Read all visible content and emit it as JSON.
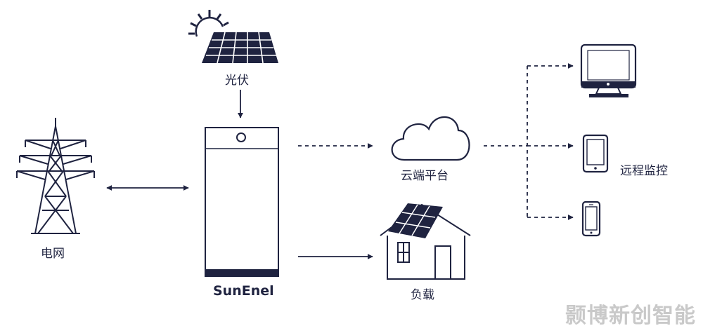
{
  "labels": {
    "solar": "光伏",
    "grid": "电网",
    "brand": "SunEnel",
    "cloud": "云端平台",
    "load": "负载",
    "remote": "远程监控"
  },
  "watermark": "颢博新创智能",
  "colors": {
    "navy": "#1f2340",
    "watermark": "#c9c9c9",
    "background": "#ffffff"
  },
  "icons": [
    "sun-icon",
    "solar-panel-icon",
    "power-tower-icon",
    "energy-storage-cabinet-icon",
    "cloud-icon",
    "house-icon",
    "monitor-icon",
    "tablet-icon",
    "phone-icon"
  ]
}
